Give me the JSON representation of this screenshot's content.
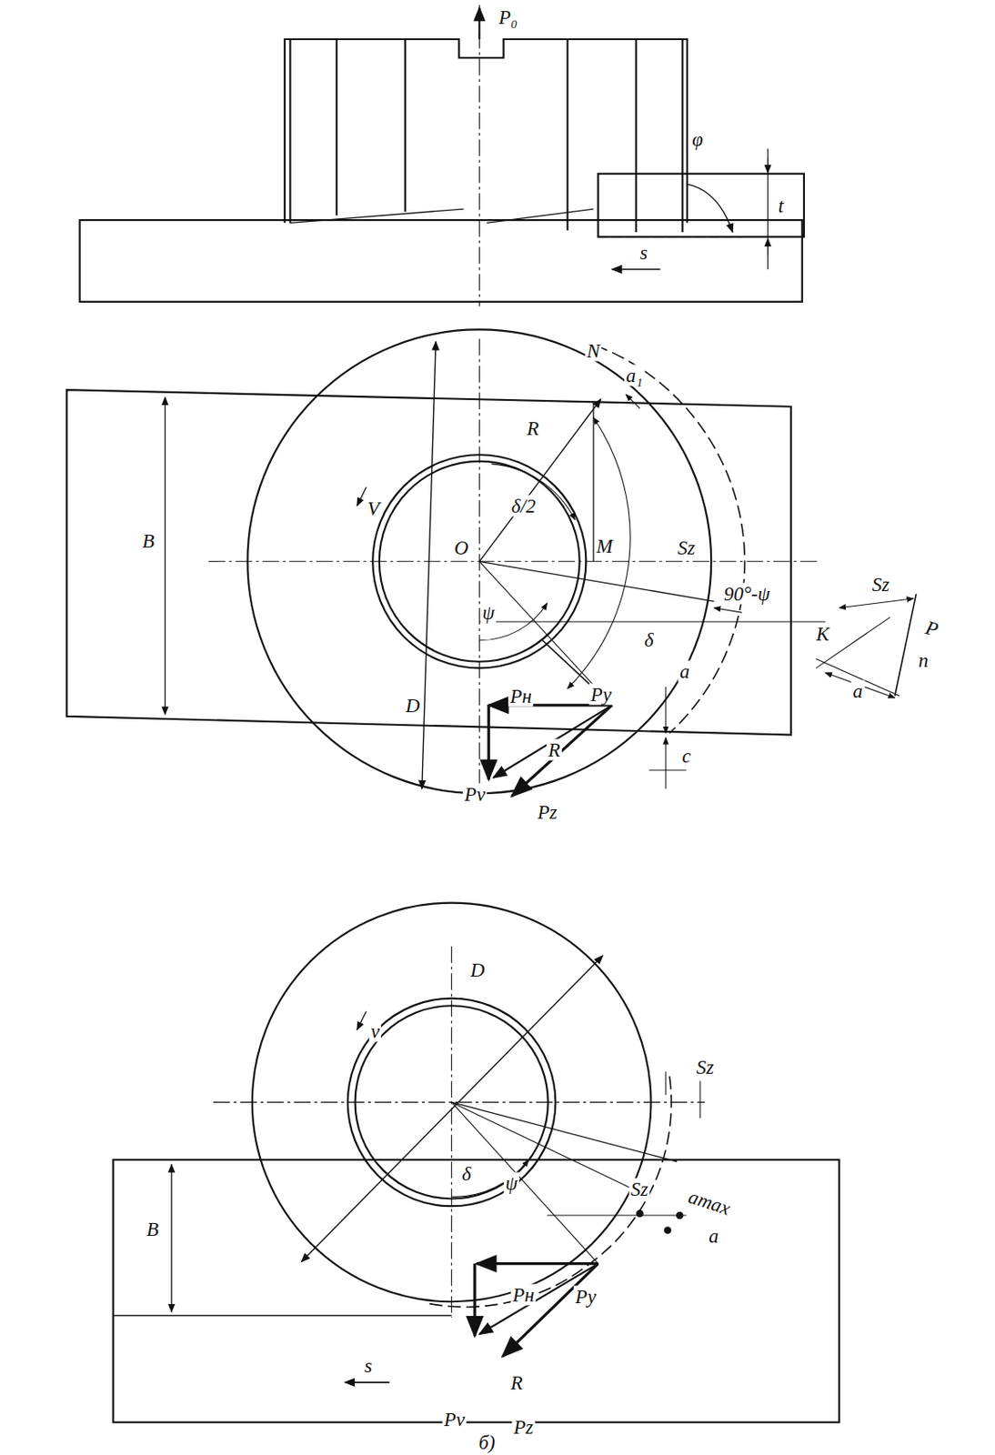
{
  "diagram": {
    "labels": [
      "P₀",
      "φ",
      "t",
      "s",
      "N",
      "a₁",
      "R",
      "δ/2",
      "O",
      "M",
      "Sz",
      "V",
      "B",
      "ψ",
      "δ",
      "a",
      "90°-ψ",
      "K",
      "Sz",
      "a",
      "P",
      "n",
      "D",
      "Pн",
      "Py",
      "R",
      "Pv",
      "Pz",
      "c",
      "v",
      "D",
      "Sz",
      "δ",
      "ψ",
      "amax",
      "Sz",
      "a",
      "B",
      "Pн",
      "Py",
      "R",
      "Pv",
      "Pz",
      "s",
      "б)"
    ]
  }
}
